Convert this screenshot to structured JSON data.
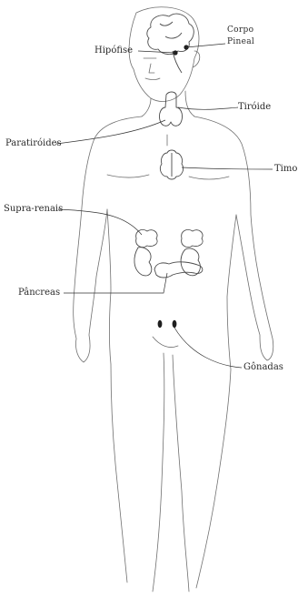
{
  "labels": {
    "corpo": "Corpo",
    "pineal": "Pineal",
    "hipofise": "Hipófise",
    "tiroide": "Tiróide",
    "paratiroides": "Paratiróides",
    "timo": "Timo",
    "supra_renais": "Supra-renais",
    "pancreas": "Pâncreas",
    "gonadas": "Gônadas"
  }
}
